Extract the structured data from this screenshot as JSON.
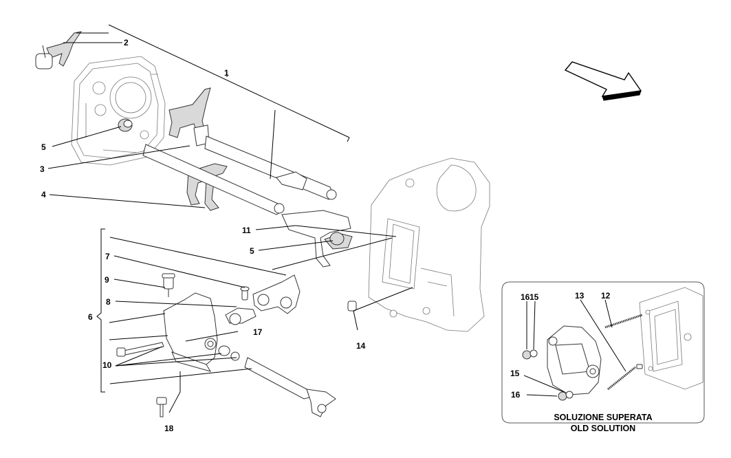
{
  "callouts": {
    "c1": "1",
    "c2": "2",
    "c3": "3",
    "c4": "4",
    "c5a": "5",
    "c5b": "5",
    "c6": "6",
    "c7": "7",
    "c8": "8",
    "c9": "9",
    "c10": "10",
    "c11": "11",
    "c12": "12",
    "c13": "13",
    "c14": "14",
    "c15a": "15",
    "c15b": "15",
    "c16a": "16",
    "c16b": "16",
    "c17": "17",
    "c18": "18"
  },
  "inset": {
    "caption_line1": "SOLUZIONE SUPERATA",
    "caption_line2": "OLD SOLUTION"
  },
  "colors": {
    "line": "#000000",
    "part_stroke": "#333333",
    "shade": "#d9d9d9",
    "ghost": "#777777"
  },
  "icons": {
    "direction": "direction-arrow-icon"
  }
}
